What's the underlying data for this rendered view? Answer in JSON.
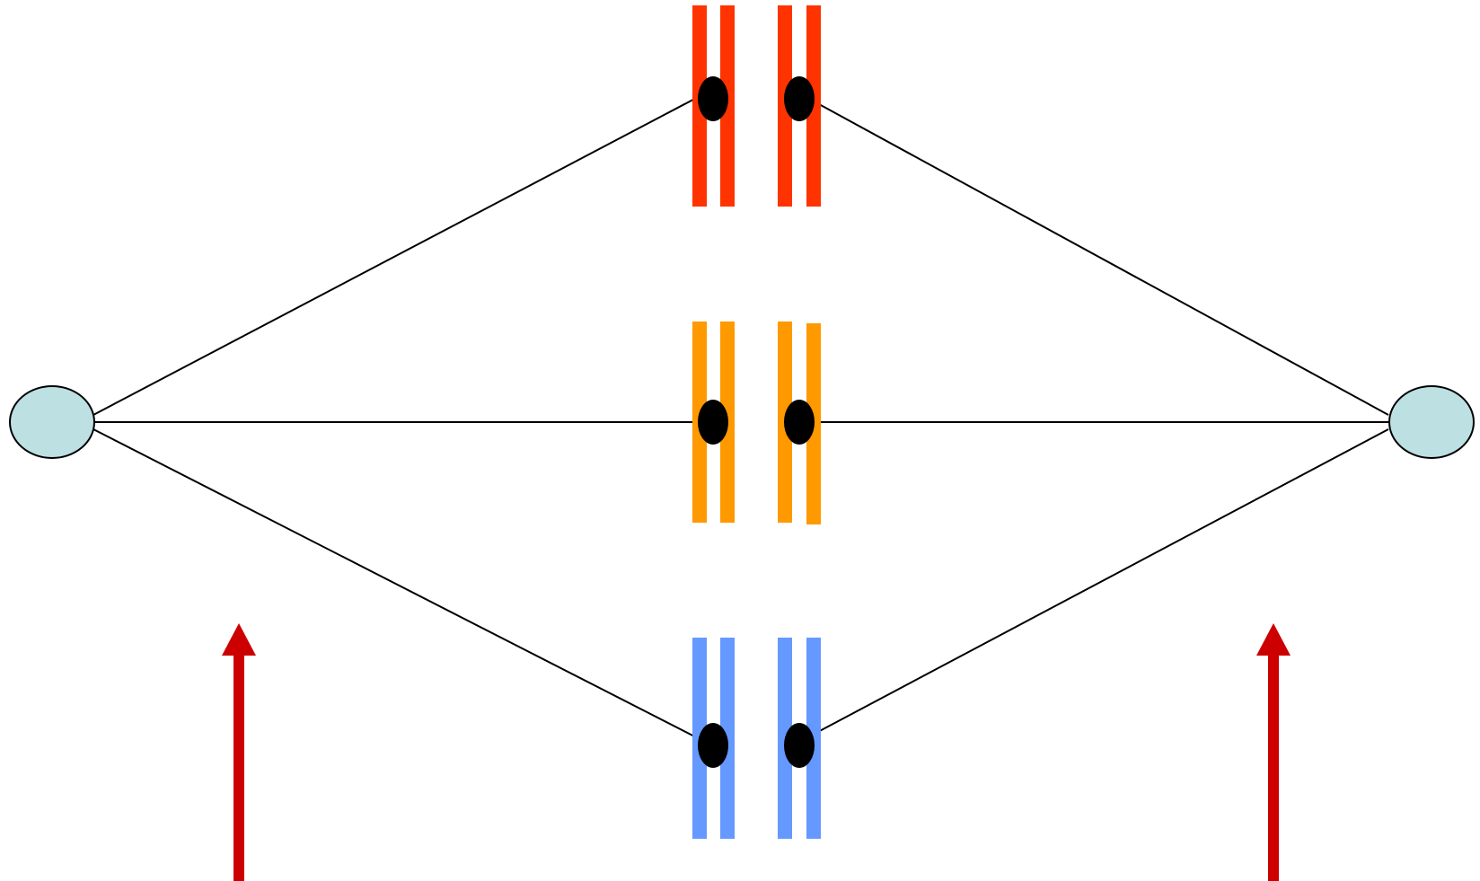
{
  "diagram": {
    "type": "metaphase spindle schematic",
    "background_color": "#ffffff",
    "spindle_fiber_color": "#000000",
    "centromere_color": "#000000",
    "arrow_color": "#cc0000",
    "poles": [
      {
        "id": "left-pole",
        "fill": "#bde0e3",
        "stroke": "#000000"
      },
      {
        "id": "right-pole",
        "fill": "#bde0e3",
        "stroke": "#000000"
      }
    ],
    "chromosome_pairs": [
      {
        "id": "chromosome-pair-red",
        "color": "#ff3300"
      },
      {
        "id": "chromosome-pair-orange",
        "color": "#ff9900"
      },
      {
        "id": "chromosome-pair-blue",
        "color": "#6699ff"
      }
    ],
    "arrows": [
      {
        "id": "left-arrow",
        "direction": "up"
      },
      {
        "id": "right-arrow",
        "direction": "up"
      }
    ]
  }
}
